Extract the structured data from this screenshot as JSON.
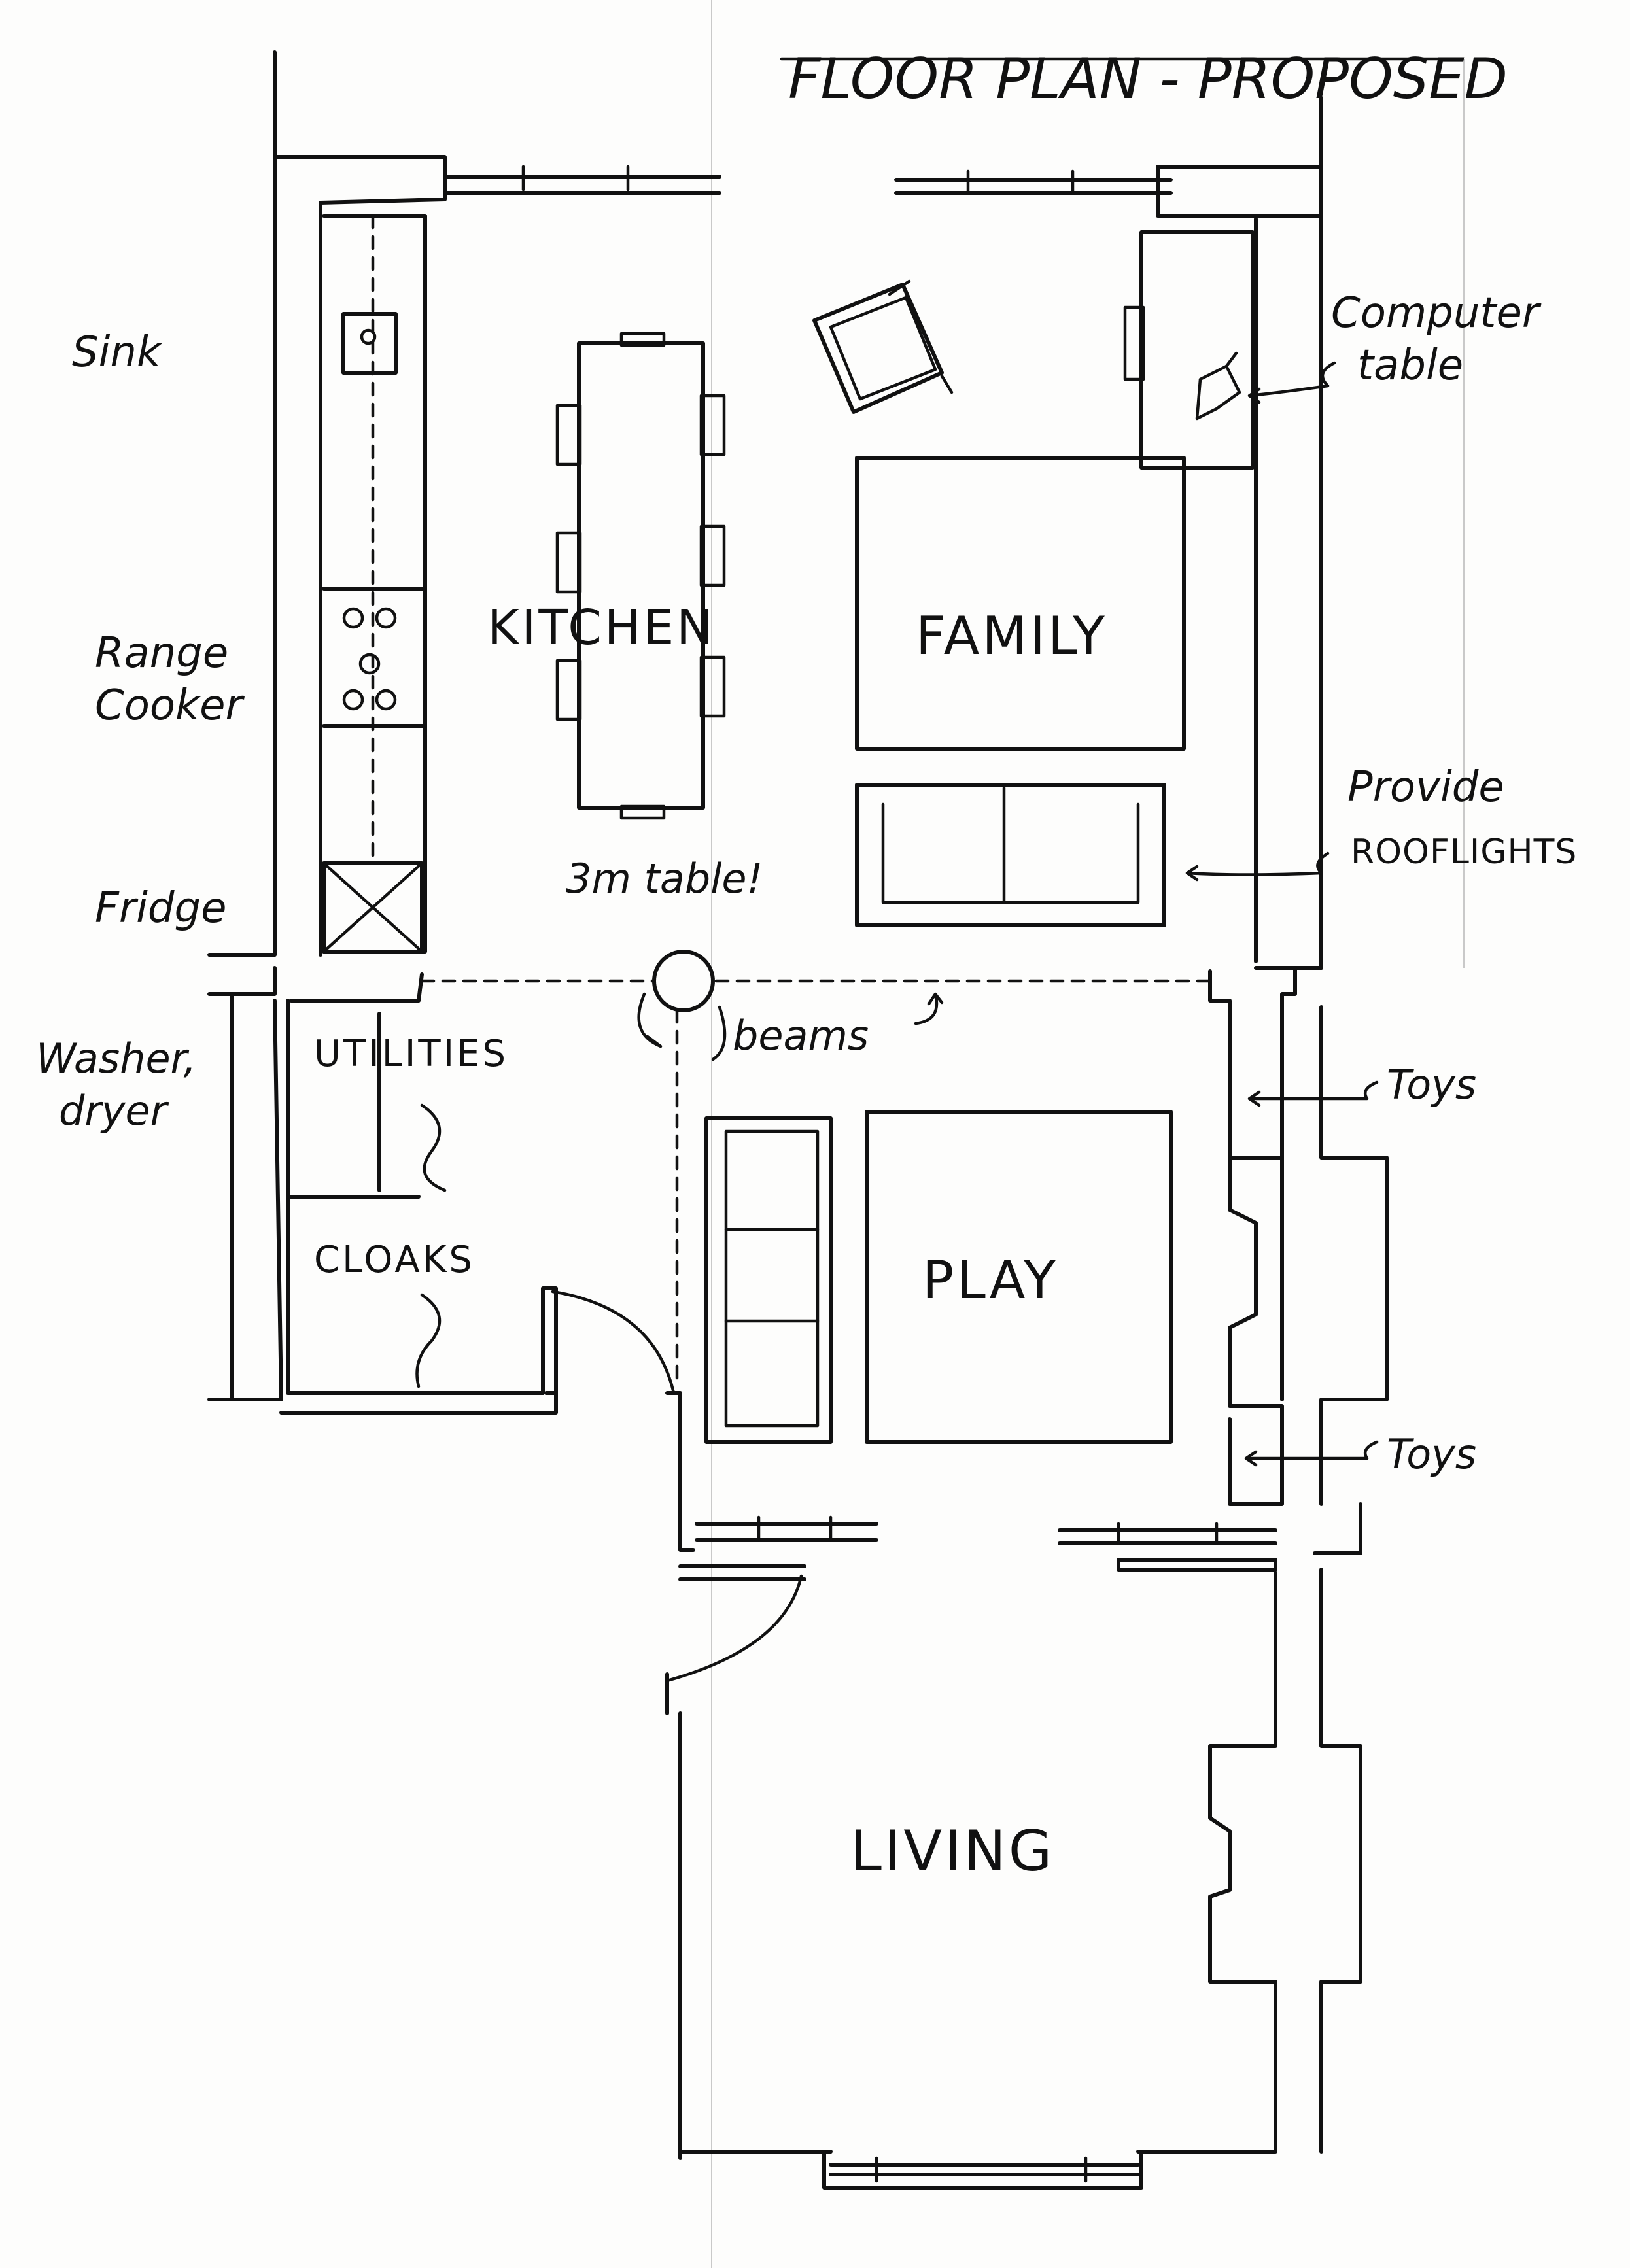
{
  "title": "FLOOR PLAN - PROPOSED",
  "rooms": {
    "kitchen": "KITCHEN",
    "family": "FAMILY",
    "utilities": "UTILITIES",
    "cloaks": "CLOAKS",
    "play": "PLAY",
    "living": "LIVING"
  },
  "labels": {
    "sink": "Sink",
    "range_cooker": [
      "Range",
      "Cooker"
    ],
    "fridge": "Fridge",
    "washer_dryer": [
      "Washer,",
      "dryer"
    ],
    "computer_table": [
      "Computer",
      "table"
    ],
    "provide_rooflights": [
      "Provide",
      "ROOFLIGHTS"
    ],
    "table_note": "3m table!",
    "beams": "beams",
    "toys_upper": "Toys",
    "toys_lower": "Toys"
  }
}
